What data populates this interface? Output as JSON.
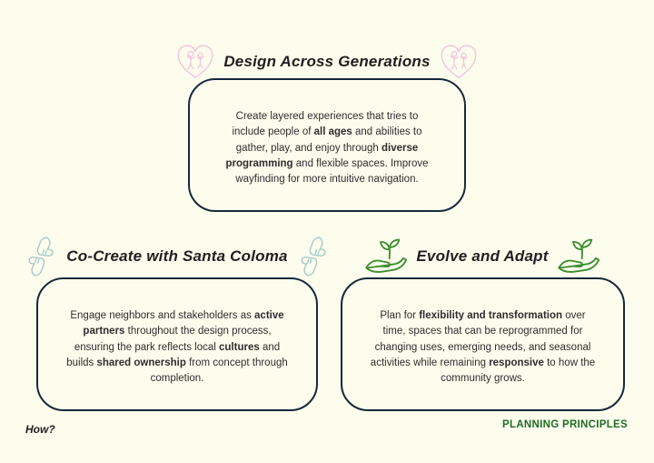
{
  "slide": {
    "footer": {
      "how_label": "How?",
      "category_label": "PLANNING PRINCIPLES"
    }
  },
  "colors": {
    "page_background": "#FDFDEE",
    "card_border": "#16293A",
    "title_text": "#1F1F1F",
    "body_text": "#2D2D2D",
    "heart_icon": "#F5C4DD",
    "hands_icon": "#A6CCC9",
    "sprout_icon": "#3E8E2F",
    "category_text": "#1E6B24"
  },
  "principles": [
    {
      "title": "Design Across Generations",
      "icon": "heart-generations-icon",
      "body_segments": [
        {
          "t": "Create layered experiences that tries to include people of ",
          "b": false
        },
        {
          "t": "all ages",
          "b": true
        },
        {
          "t": " and abilities to gather, play, and enjoy through ",
          "b": false
        },
        {
          "t": "diverse programming",
          "b": true
        },
        {
          "t": " and flexible spaces. Improve wayfinding for more intuitive navigation.",
          "b": false
        }
      ]
    },
    {
      "title": "Co-Create with Santa Coloma",
      "icon": "puzzle-hands-icon",
      "body_segments": [
        {
          "t": "Engage neighbors and stakeholders as ",
          "b": false
        },
        {
          "t": "active partners",
          "b": true
        },
        {
          "t": " throughout the design process, ensuring the park reflects local ",
          "b": false
        },
        {
          "t": "cultures",
          "b": true
        },
        {
          "t": " and builds ",
          "b": false
        },
        {
          "t": "shared ownership",
          "b": true
        },
        {
          "t": " from concept through completion.",
          "b": false
        }
      ]
    },
    {
      "title": "Evolve and Adapt",
      "icon": "hand-sprout-icon",
      "body_segments": [
        {
          "t": "Plan for ",
          "b": false
        },
        {
          "t": "flexibility and transformation",
          "b": true
        },
        {
          "t": " over time, spaces that can be reprogrammed for changing uses, emerging needs, and seasonal activities while remaining ",
          "b": false
        },
        {
          "t": "responsive",
          "b": true
        },
        {
          "t": " to how the community grows.",
          "b": false
        }
      ]
    }
  ]
}
